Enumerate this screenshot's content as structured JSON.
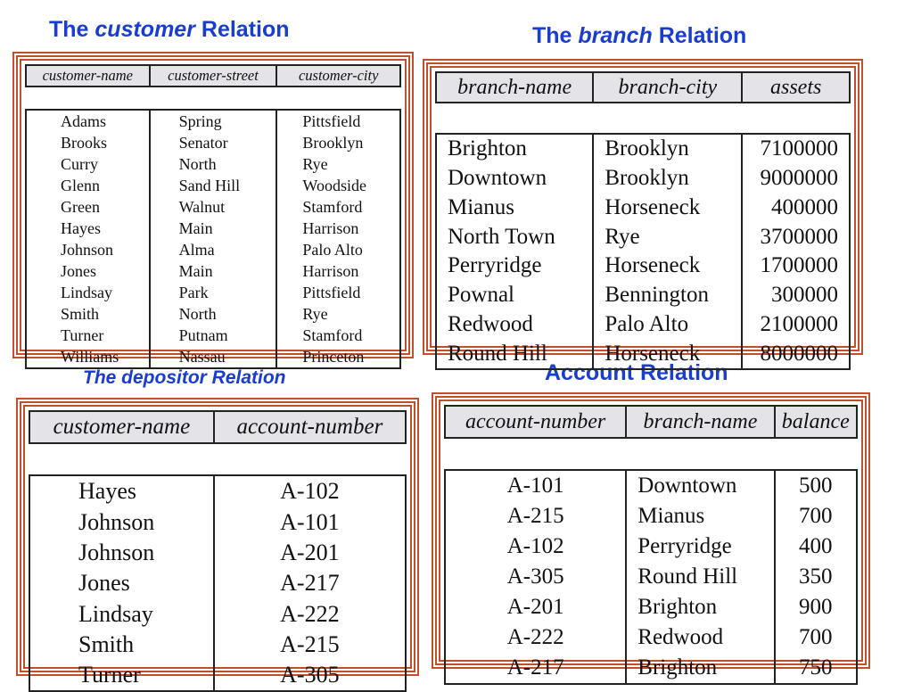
{
  "customer": {
    "title_prefix": "The ",
    "title_italic": "customer",
    "title_suffix": " Relation",
    "headers": [
      "customer-name",
      "customer-street",
      "customer-city"
    ],
    "rows": [
      [
        "Adams",
        "Spring",
        "Pittsfield"
      ],
      [
        "Brooks",
        "Senator",
        "Brooklyn"
      ],
      [
        "Curry",
        "North",
        "Rye"
      ],
      [
        "Glenn",
        "Sand Hill",
        "Woodside"
      ],
      [
        "Green",
        "Walnut",
        "Stamford"
      ],
      [
        "Hayes",
        "Main",
        "Harrison"
      ],
      [
        "Johnson",
        "Alma",
        "Palo Alto"
      ],
      [
        "Jones",
        "Main",
        "Harrison"
      ],
      [
        "Lindsay",
        "Park",
        "Pittsfield"
      ],
      [
        "Smith",
        "North",
        "Rye"
      ],
      [
        "Turner",
        "Putnam",
        "Stamford"
      ],
      [
        "Williams",
        "Nassau",
        "Princeton"
      ]
    ]
  },
  "branch": {
    "title_prefix": "The ",
    "title_italic": "branch",
    "title_suffix": " Relation",
    "headers": [
      "branch-name",
      "branch-city",
      "assets"
    ],
    "rows": [
      [
        "Brighton",
        "Brooklyn",
        "7100000"
      ],
      [
        "Downtown",
        "Brooklyn",
        "9000000"
      ],
      [
        "Mianus",
        "Horseneck",
        "400000"
      ],
      [
        "North Town",
        "Rye",
        "3700000"
      ],
      [
        "Perryridge",
        "Horseneck",
        "1700000"
      ],
      [
        "Pownal",
        "Bennington",
        "300000"
      ],
      [
        "Redwood",
        "Palo Alto",
        "2100000"
      ],
      [
        "Round Hill",
        "Horseneck",
        "8000000"
      ]
    ]
  },
  "depositor": {
    "title": "The depositor Relation",
    "headers": [
      "customer-name",
      "account-number"
    ],
    "rows": [
      [
        "Hayes",
        "A-102"
      ],
      [
        "Johnson",
        "A-101"
      ],
      [
        "Johnson",
        "A-201"
      ],
      [
        "Jones",
        "A-217"
      ],
      [
        "Lindsay",
        "A-222"
      ],
      [
        "Smith",
        "A-215"
      ],
      [
        "Turner",
        "A-305"
      ]
    ]
  },
  "account": {
    "title": "Account Relation",
    "headers": [
      "account-number",
      "branch-name",
      "balance"
    ],
    "rows": [
      [
        "A-101",
        "Downtown",
        "500"
      ],
      [
        "A-215",
        "Mianus",
        "700"
      ],
      [
        "A-102",
        "Perryridge",
        "400"
      ],
      [
        "A-305",
        "Round Hill",
        "350"
      ],
      [
        "A-201",
        "Brighton",
        "900"
      ],
      [
        "A-222",
        "Redwood",
        "700"
      ],
      [
        "A-217",
        "Brighton",
        "750"
      ]
    ]
  },
  "colors": {
    "title": "#1a3ccf",
    "frame": "#c1502a",
    "header_bg": "#e3e3e8"
  }
}
